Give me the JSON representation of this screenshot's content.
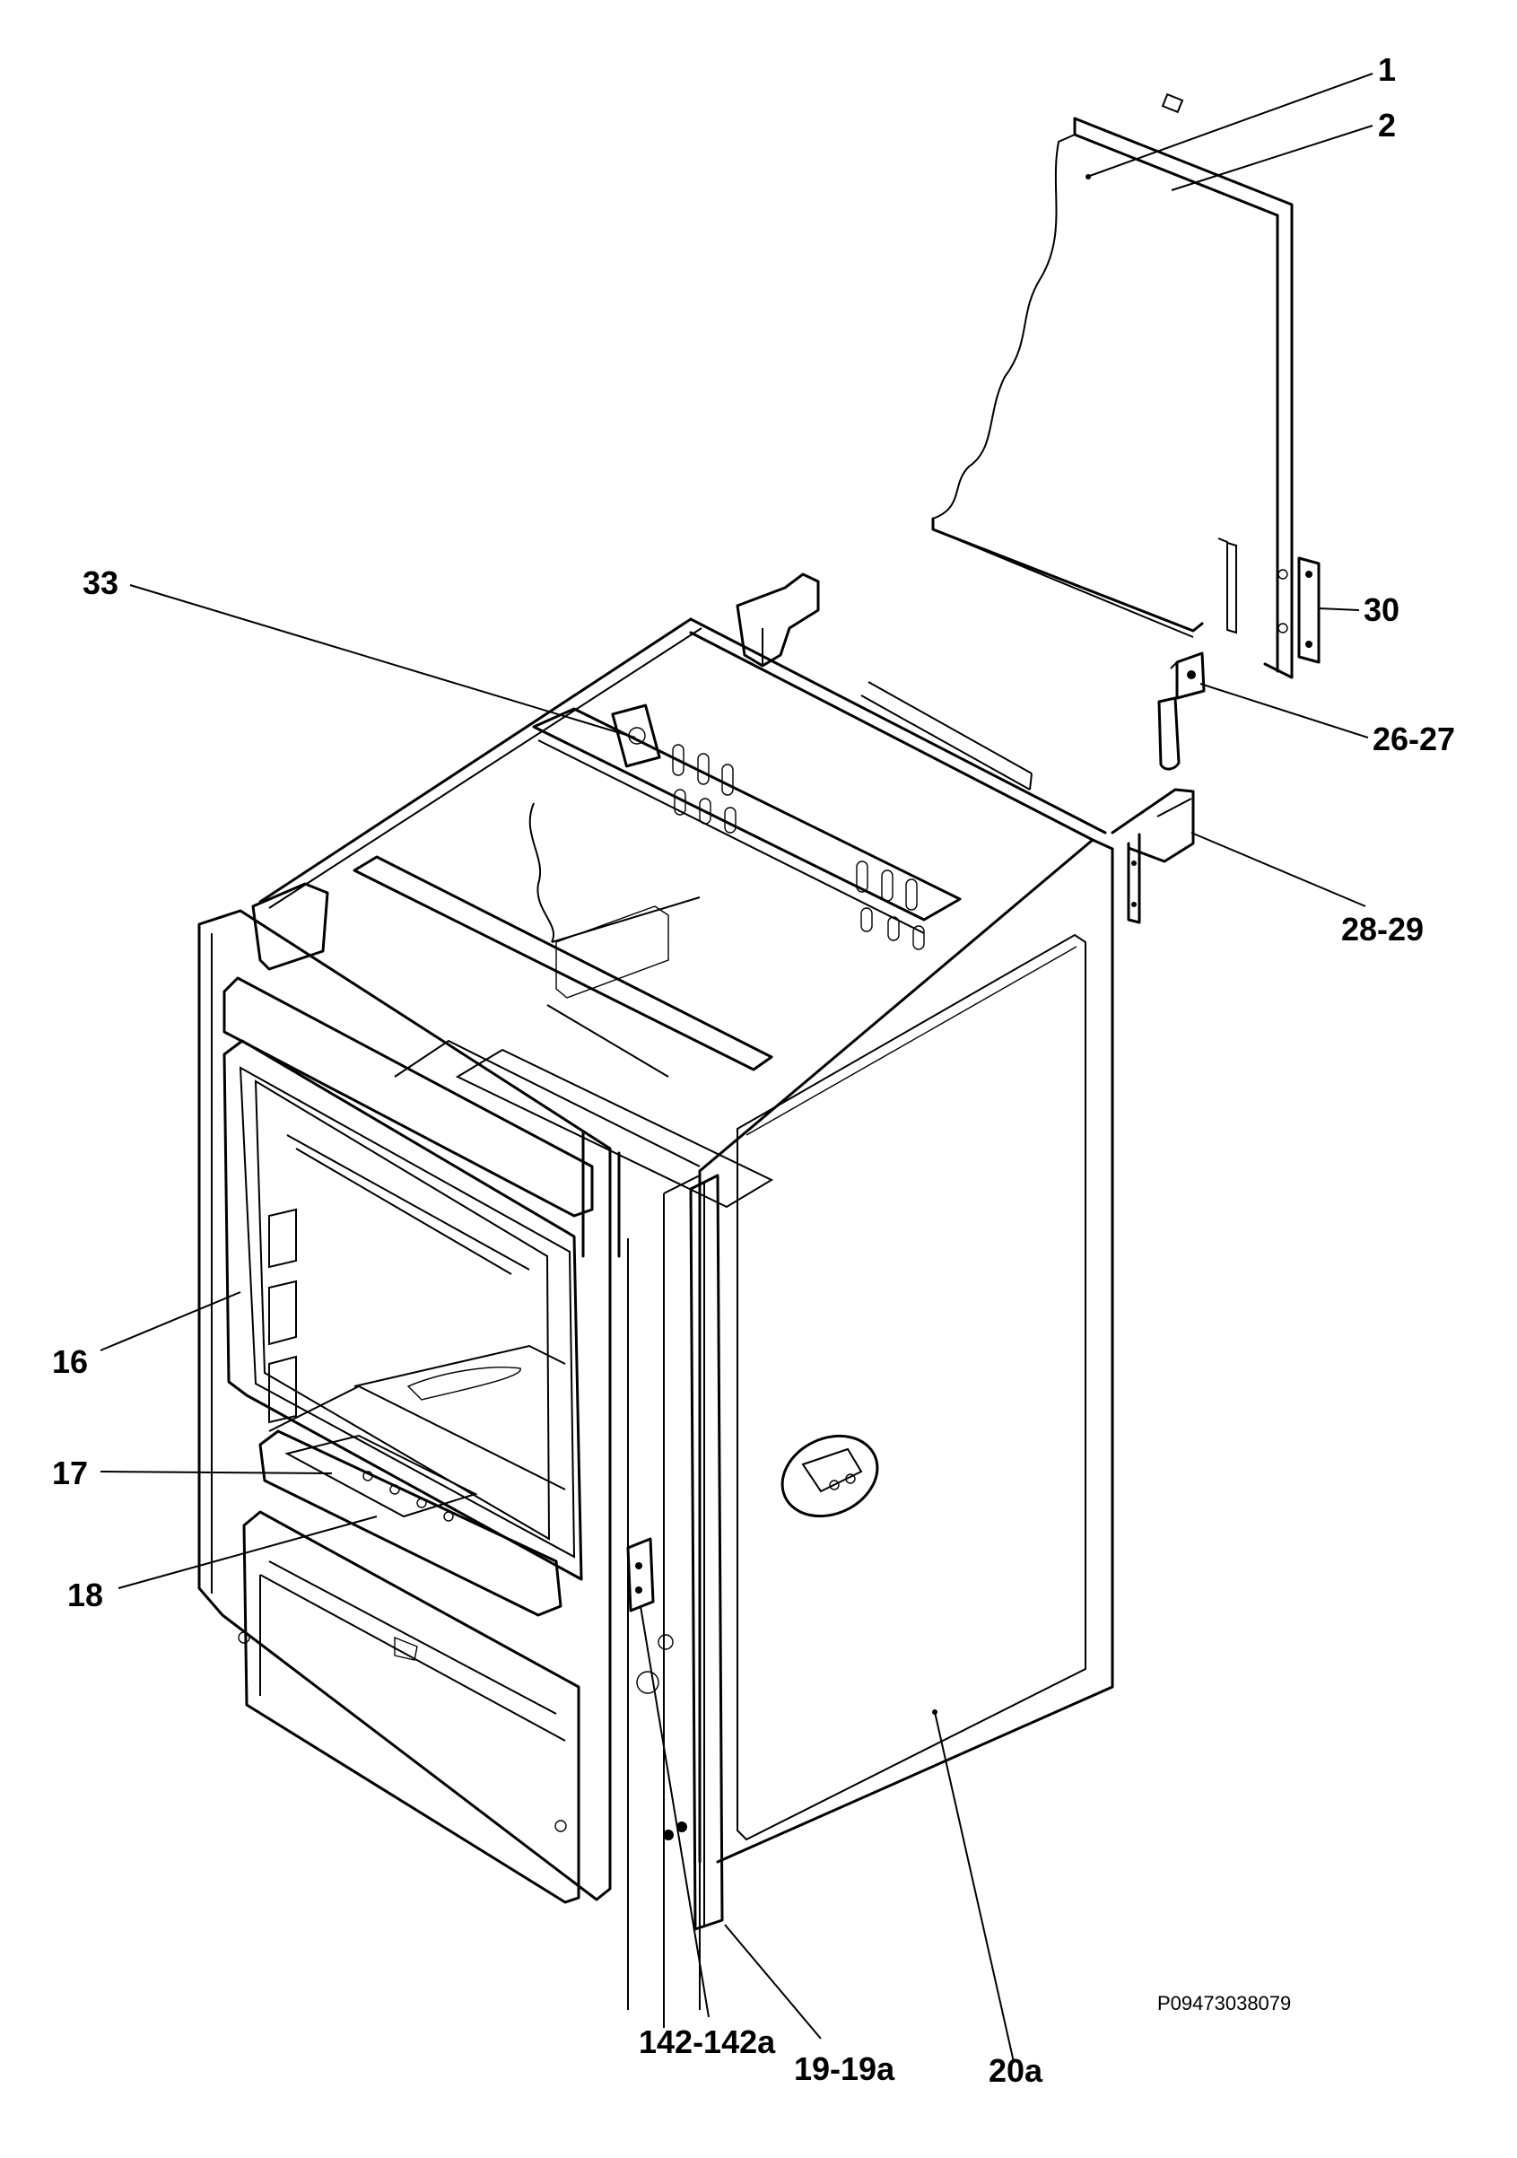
{
  "callouts": {
    "c1": "1",
    "c2": "2",
    "c30": "30",
    "c33": "33",
    "c26_27": "26-27",
    "c28_29": "28-29",
    "c16": "16",
    "c17": "17",
    "c18": "18",
    "c142_142a": "142-142a",
    "c19_19a": "19-19a",
    "c20a": "20a"
  },
  "drawing_ref": "P09473038079"
}
